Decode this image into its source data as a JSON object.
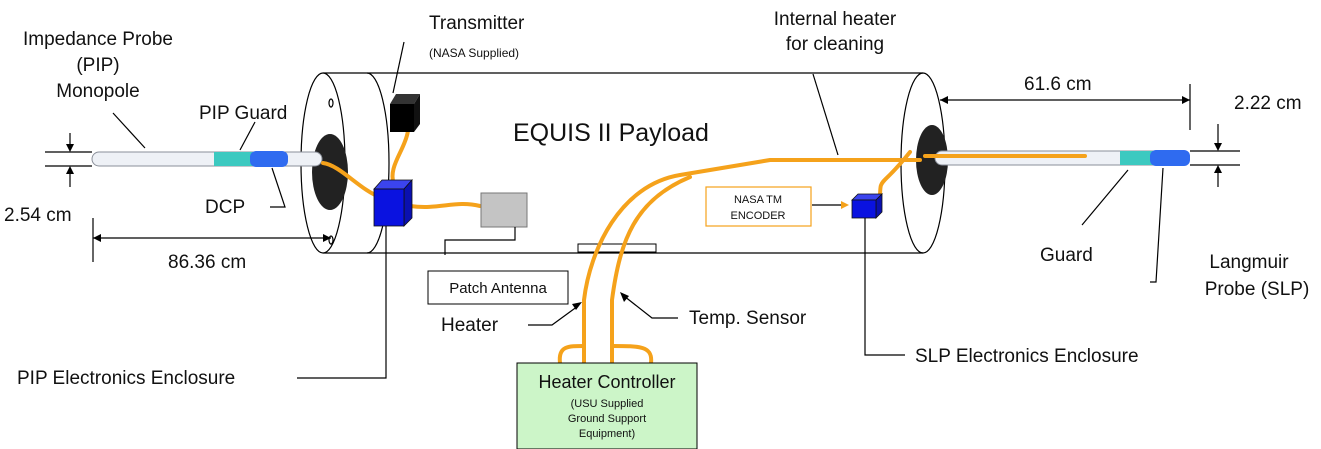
{
  "title": "EQUIS II Payload",
  "labels": {
    "impedance_probe": [
      "Impedance Probe",
      "(PIP)",
      "Monopole"
    ],
    "pip_guard": "PIP Guard",
    "dcp": "DCP",
    "dim_254": "2.54 cm",
    "dim_8636": "86.36 cm",
    "transmitter": "Transmitter",
    "nasa_supplied": "(NASA Supplied)",
    "internal_heater": [
      "Internal heater",
      "for cleaning"
    ],
    "dim_616": "61.6 cm",
    "dim_222": "2.22 cm",
    "nasa_tm_encoder": [
      "NASA TM",
      "ENCODER"
    ],
    "patch_antenna": "Patch Antenna",
    "heater": "Heater",
    "temp_sensor": "Temp. Sensor",
    "pip_electronics": "PIP Electronics Enclosure",
    "slp_electronics": "SLP Electronics Enclosure",
    "guard": "Guard",
    "langmuir_probe": [
      "Langmuir",
      "Probe (SLP)"
    ],
    "heater_controller": "Heater Controller",
    "heater_controller_sub": [
      "(USU Supplied",
      "Ground Support",
      "Equipment)"
    ]
  },
  "colors": {
    "cable": "#f5a21b",
    "enclosure": "#0a12e0",
    "guard": "#3cc9c0",
    "dcp": "#2f6bf0",
    "controller": "#ccf5c8",
    "antenna": "#c4c4c4"
  }
}
